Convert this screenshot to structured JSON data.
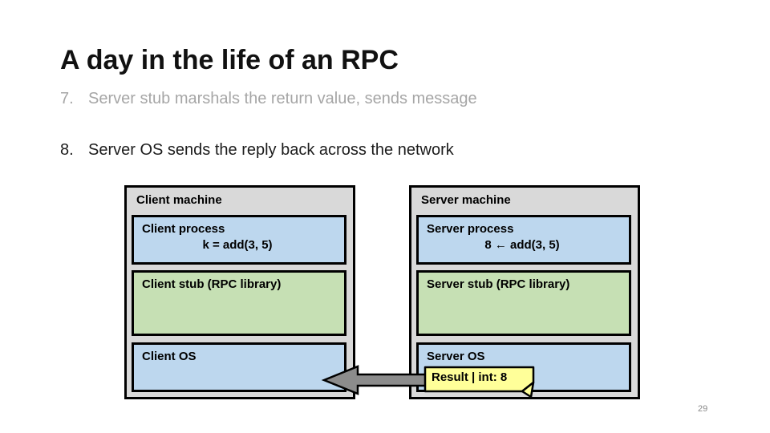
{
  "slide": {
    "title": "A day in the life of an RPC",
    "steps": [
      {
        "num": "7.",
        "text": "Server stub marshals the return value, sends message",
        "state": "past"
      },
      {
        "num": "8.",
        "text": "Server OS sends the reply back across the network",
        "state": "current"
      }
    ],
    "page_number": "29"
  },
  "diagram": {
    "client": {
      "title": "Client machine",
      "process_label": "Client process",
      "process_detail": "k = add(3, 5)",
      "stub_label": "Client stub (RPC library)",
      "os_label": "Client OS"
    },
    "server": {
      "title": "Server machine",
      "process_label": "Server process",
      "process_detail": "8 ← add(3, 5)",
      "stub_label": "Server stub (RPC library)",
      "os_label": "Server OS"
    },
    "reply_message": {
      "text": "Result | int: 8",
      "direction": "server-to-client"
    }
  },
  "colors": {
    "machine-bg": "#d9d9d9",
    "process-bg": "#bdd7ee",
    "stub-bg": "#c6e0b4",
    "note-bg": "#ffff99",
    "arrow-fill": "#8c8c8c",
    "muted-step": "#a6a6a6"
  }
}
